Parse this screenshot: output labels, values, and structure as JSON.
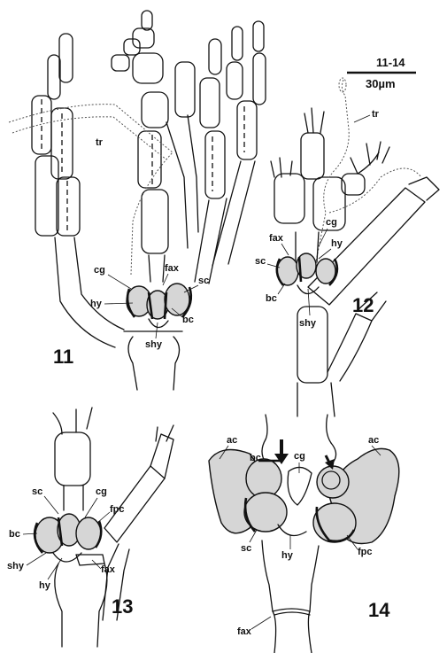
{
  "scale_bar": {
    "figures": "11-14",
    "length": "30µm"
  },
  "figures": {
    "fig11": {
      "number": "11",
      "labels": {
        "tr": "tr",
        "cg": "cg",
        "fax": "fax",
        "sc": "sc",
        "hy": "hy",
        "bc": "bc",
        "shy": "shy"
      }
    },
    "fig12": {
      "number": "12",
      "labels": {
        "tr": "tr",
        "cg": "cg",
        "fax": "fax",
        "sc": "sc",
        "hy": "hy",
        "bc": "bc",
        "shy": "shy"
      }
    },
    "fig13": {
      "number": "13",
      "labels": {
        "sc": "sc",
        "cg": "cg",
        "fpc": "fpc",
        "bc": "bc",
        "shy": "shy",
        "hy": "hy",
        "fax": "fax"
      }
    },
    "fig14": {
      "number": "14",
      "labels": {
        "ac_left": "ac",
        "ac_right": "ac",
        "bc": "bc",
        "cg": "cg",
        "sc": "sc",
        "hy": "hy",
        "fpc": "fpc",
        "fax": "fax"
      }
    }
  }
}
